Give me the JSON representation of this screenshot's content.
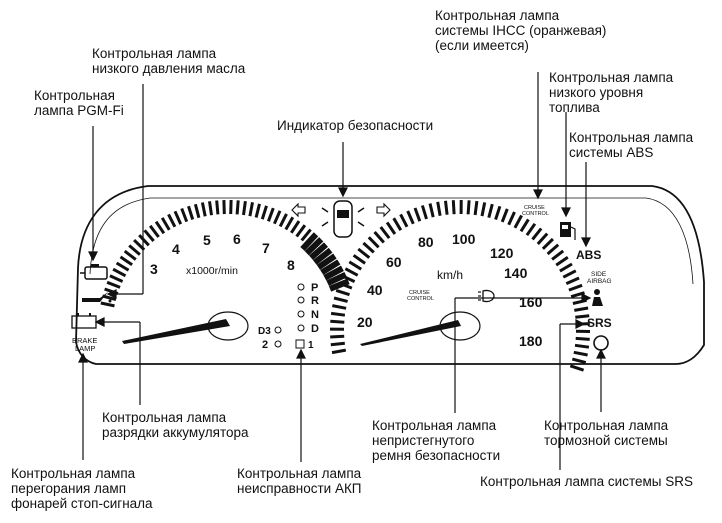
{
  "callouts": {
    "ihcc": "Контрольная лампа\nсистемы IHCC (оранжевая)\n(если имеется)",
    "oil_pressure": "Контрольная лампа\nнизкого давления масла",
    "low_fuel": "Контрольная лампа\nнизкого уровня\nтоплива",
    "pgm_fi": "Контрольная\nлампа PGM-Fi",
    "security": "Индикатор безопасности",
    "abs": "Контрольная лампа\nсистемы ABS",
    "battery": "Контрольная лампа\nразрядки аккумулятора",
    "seatbelt": "Контрольная лампа\nнепристегнутого\nремня безопасности",
    "brake_system": "Контрольная лампа\nтормозной системы",
    "brake_lamps": "Контрольная лампа\nперегорания ламп\nфонарей стоп-сигнала",
    "at_fault": "Контрольная лампа\nнеисправности АКП",
    "srs": "Контрольная лампа системы SRS"
  },
  "tachometer": {
    "numbers": [
      "3",
      "4",
      "5",
      "6",
      "7",
      "8"
    ],
    "unit": "x1000r/min"
  },
  "speedometer": {
    "numbers": [
      "20",
      "40",
      "60",
      "80",
      "100",
      "120",
      "140",
      "160",
      "180"
    ],
    "unit": "km/h"
  },
  "gear_positions": [
    "P",
    "R",
    "N",
    "D",
    "D3",
    "2",
    "1"
  ],
  "cluster_marks": {
    "cruise_control": "CRUISE\nCONTROL",
    "cruise_control_center": "CRUISE\nCONTROL",
    "brake_lamp": "BRAKE\nLAMP",
    "side_airbag": "SIDE\nAIRBAG",
    "abs": "ABS",
    "srs": "SRS"
  },
  "icons": {
    "pgm_fi": "check-engine-icon",
    "oil": "oil-can-icon",
    "battery": "battery-icon",
    "fuel": "fuel-pump-icon",
    "security": "car-top-view-icon",
    "seatbelt": "seatbelt-person-icon",
    "brake": "brake-circle-icon",
    "turn_left": "arrow-left-icon",
    "turn_right": "arrow-right-icon",
    "high_beam": "headlight-icon"
  }
}
